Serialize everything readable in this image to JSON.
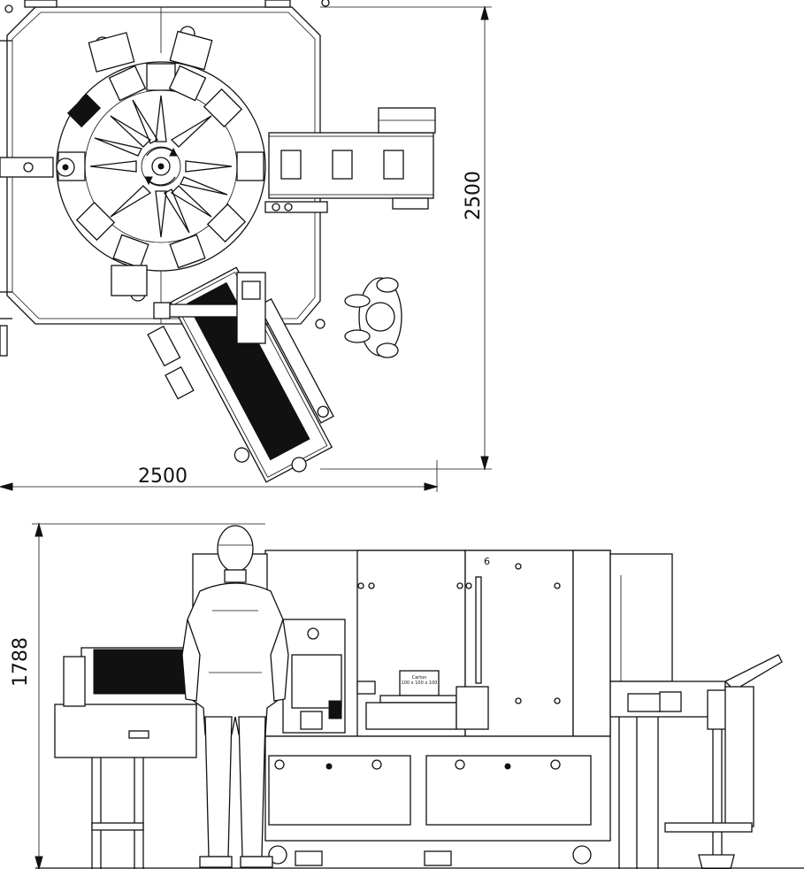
{
  "plan_view": {
    "width_dimension": "2500",
    "depth_dimension": "2500"
  },
  "side_view": {
    "height_dimension": "1788",
    "station_number": "6",
    "carton_label_line1": "Carton",
    "carton_label_line2": "100 x 100 x 100"
  }
}
